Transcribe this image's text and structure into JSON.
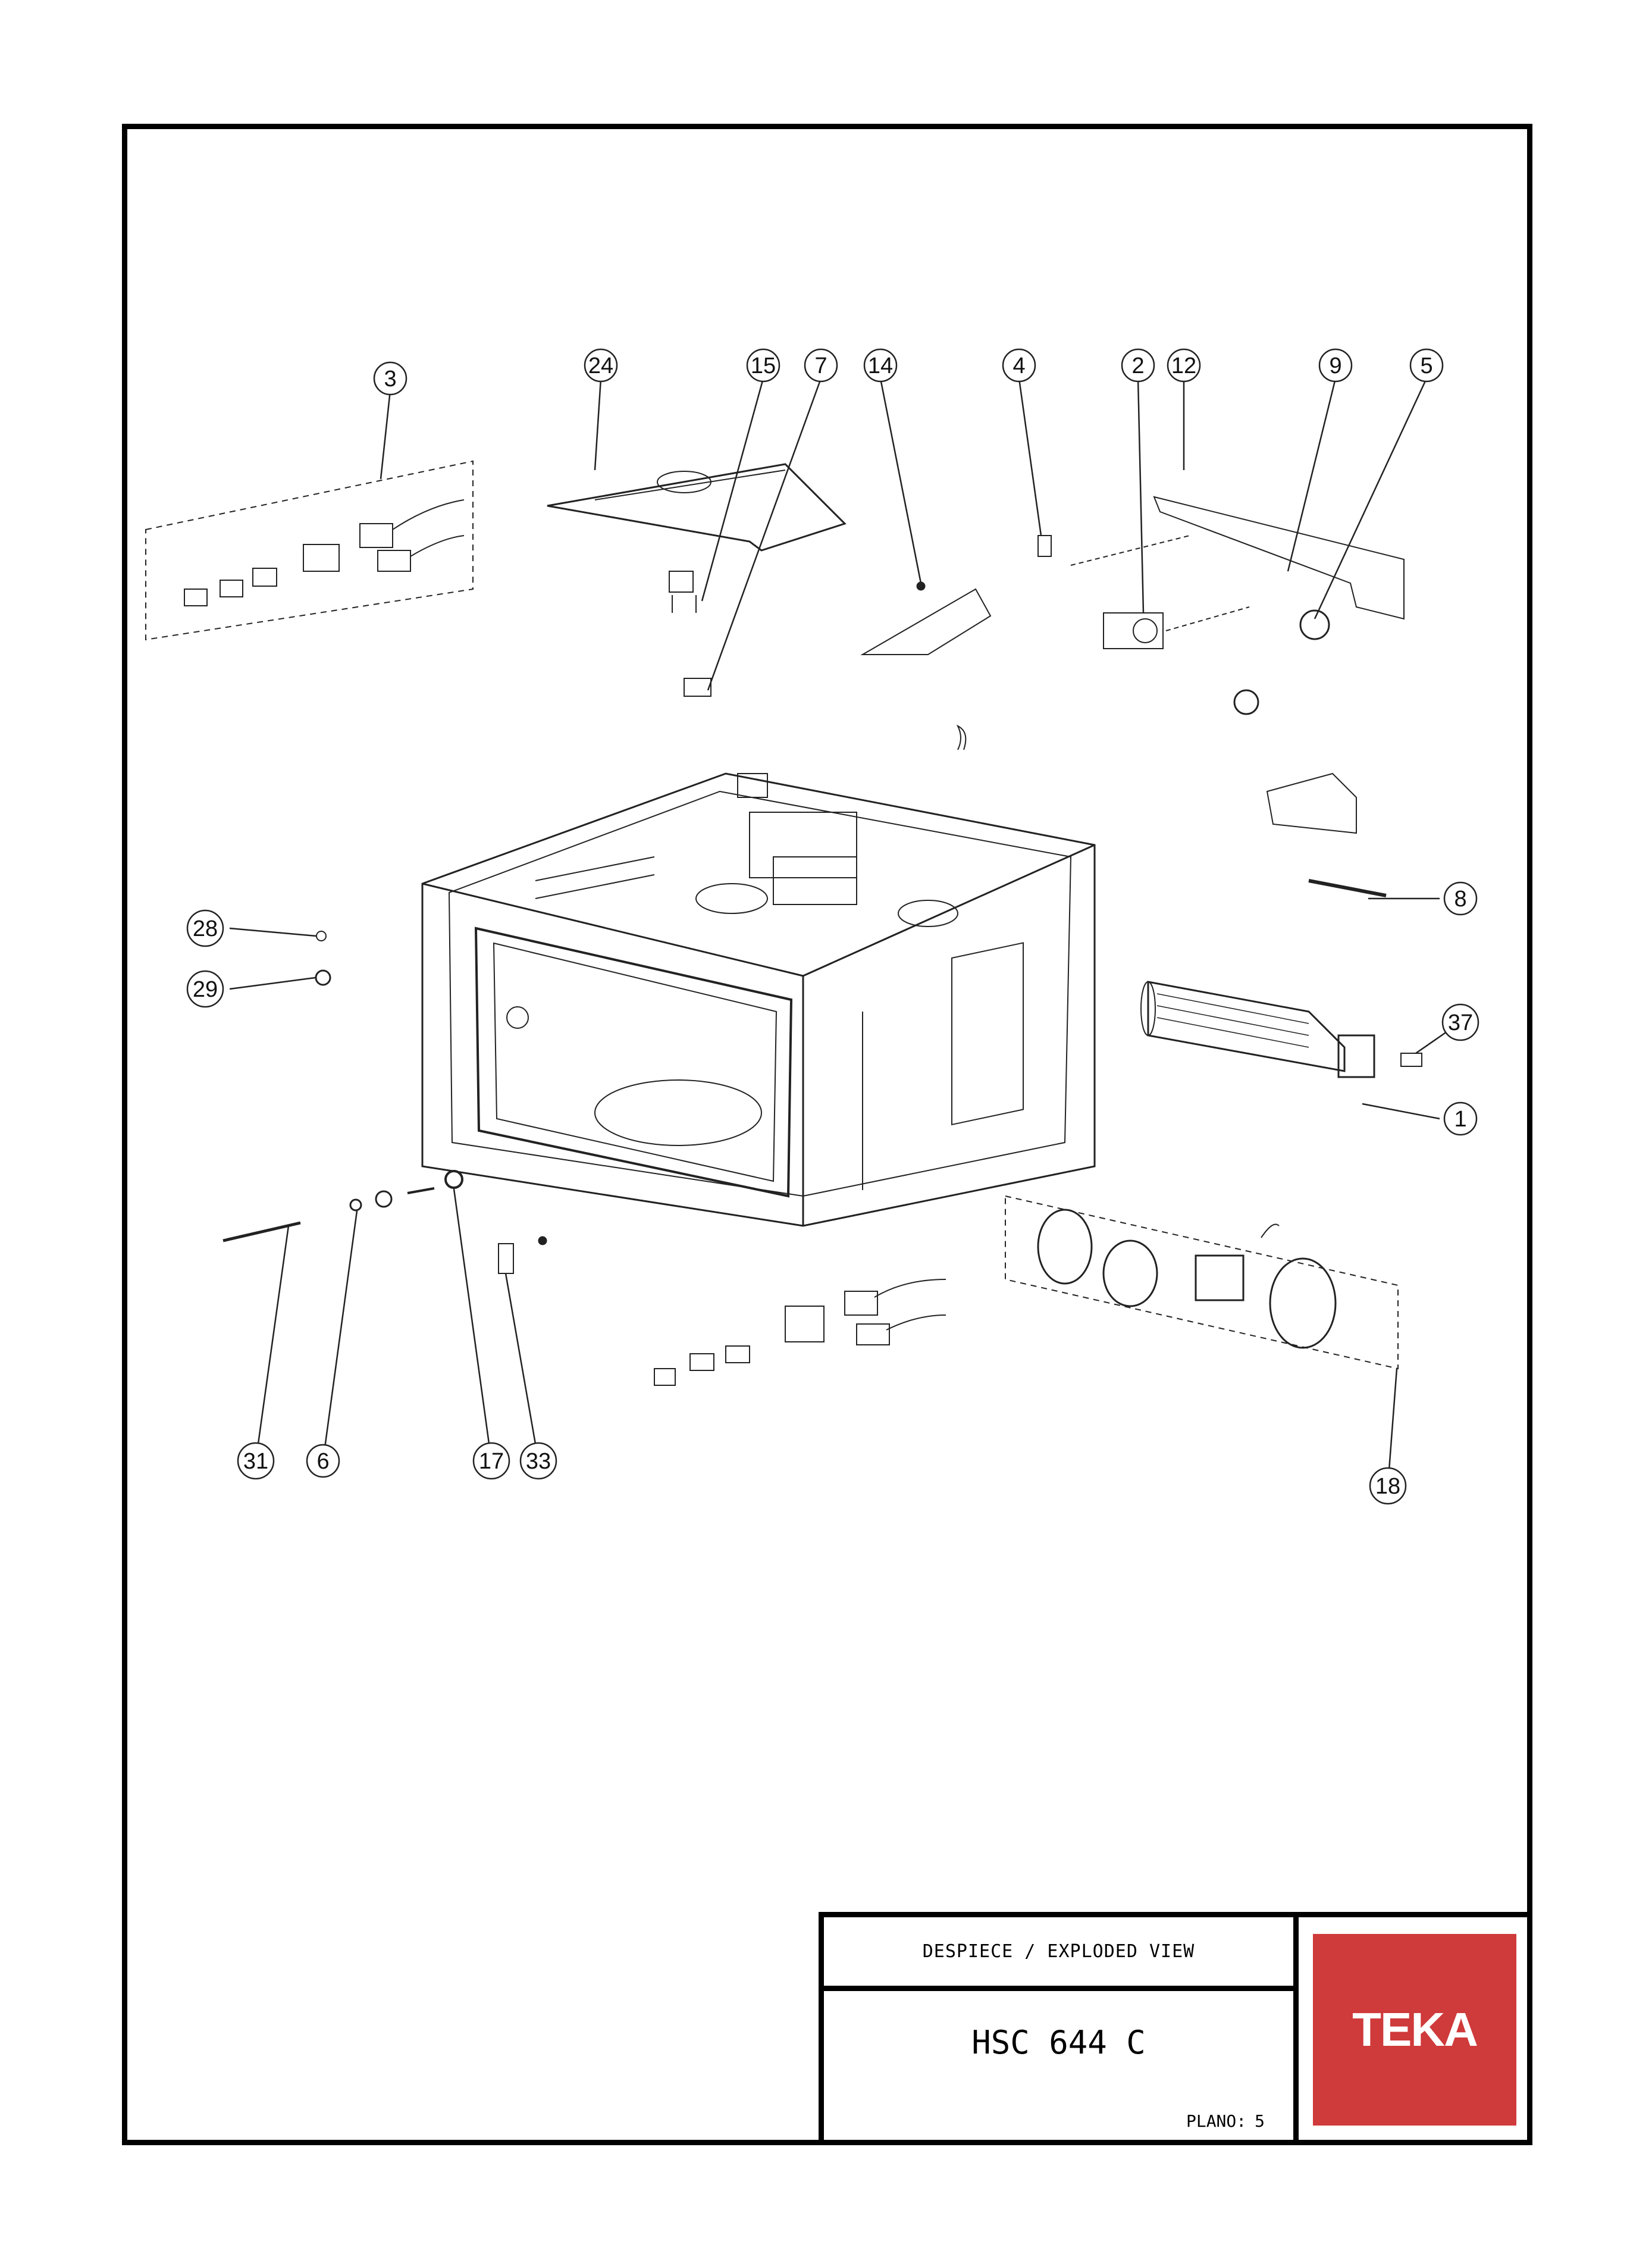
{
  "callouts": [
    "3",
    "24",
    "15",
    "7",
    "14",
    "4",
    "2",
    "12",
    "9",
    "5",
    "8",
    "28",
    "29",
    "37",
    "1",
    "31",
    "6",
    "17",
    "33",
    "18"
  ],
  "title_block": {
    "view_label": "DESPIECE / EXPLODED VIEW",
    "model": "HSC 644 C",
    "sheet_label": "PLANO:",
    "sheet_number": "5"
  },
  "brand": {
    "name": "TEKA",
    "color": "#cf3a3a"
  }
}
